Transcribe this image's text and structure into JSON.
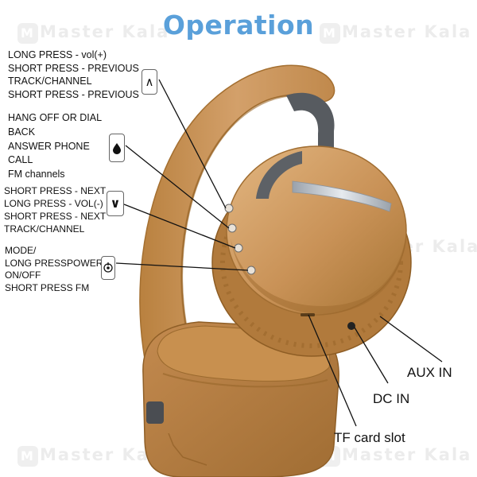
{
  "title": "Operation",
  "watermark": "Master Kala",
  "volume_up": {
    "lines": [
      "LONG PRESS - vol(+)",
      "SHORT PRESS - PREVIOUS",
      "TRACK/CHANNEL",
      "SHORT PRESS - PREVIOUS"
    ],
    "button_glyph": "∧",
    "icon": "chevron-up-icon"
  },
  "play_call": {
    "lines": [
      "HANG OFF OR DIAL",
      "BACK",
      "ANSWER PHONE",
      "CALL",
      "FM channels"
    ],
    "icon": "play-pause-icon"
  },
  "volume_down": {
    "lines": [
      "SHORT PRESS - NEXT",
      "LONG PRESS - VOL(-)",
      "SHORT PRESS - NEXT",
      "TRACK/CHANNEL"
    ],
    "button_glyph": "∨",
    "icon": "chevron-down-icon"
  },
  "mode_power": {
    "lines": [
      "MODE/",
      "LONG PRESSPOWER",
      "ON/OFF",
      "SHORT PRESS FM"
    ],
    "icon": "power-icon"
  },
  "ports": {
    "aux": "AUX IN",
    "dc": "DC IN",
    "tf": "TF card slot"
  },
  "colors": {
    "title": "#5aa0da",
    "headphone_body": "#c99257",
    "headphone_shadow": "#a87436",
    "headphone_light": "#ddb07a",
    "metal": "#5d6166",
    "silver": "#c6ccd3"
  }
}
